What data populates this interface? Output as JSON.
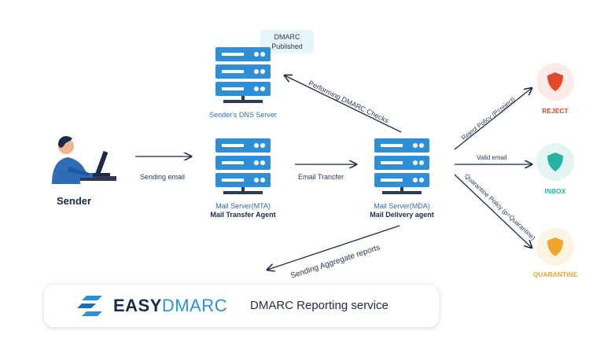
{
  "sender": {
    "label": "Sender"
  },
  "dns": {
    "bubble_line1": "DMARC",
    "bubble_line2": "Published",
    "label": "Sender's DNS Server"
  },
  "mta": {
    "label": "Mail Server(MTA)",
    "sublabel": "Mail Transfer Agent"
  },
  "mda": {
    "label": "Mail Server(MDA)",
    "sublabel": "Mail Delivery agent"
  },
  "flows": {
    "sending_email": "Sending email",
    "email_transfer": "Email Trancfer",
    "dmarc_checks": "Performing DMARC Checks",
    "reject_policy": "Reject Policy (P=reject)",
    "valid_email": "Valid email",
    "quarantine_policy": "Quarantine Policy (p=Quarantine)",
    "aggregate_reports": "Sending Aggregate reports"
  },
  "results": {
    "reject": {
      "label": "REJECT",
      "color": "#e2492b"
    },
    "inbox": {
      "label": "INBOX",
      "color": "#22b3a4"
    },
    "quarantine": {
      "label": "QUARANTINE",
      "color": "#f2a52c"
    }
  },
  "reporting": {
    "brand_easy": "EASY",
    "brand_dmarc": "DMARC",
    "service": "DMARC Reporting service"
  },
  "colors": {
    "server_blue": "#2e8fd6",
    "navy": "#1b2a4a",
    "accent_blue": "#2e6db5"
  }
}
